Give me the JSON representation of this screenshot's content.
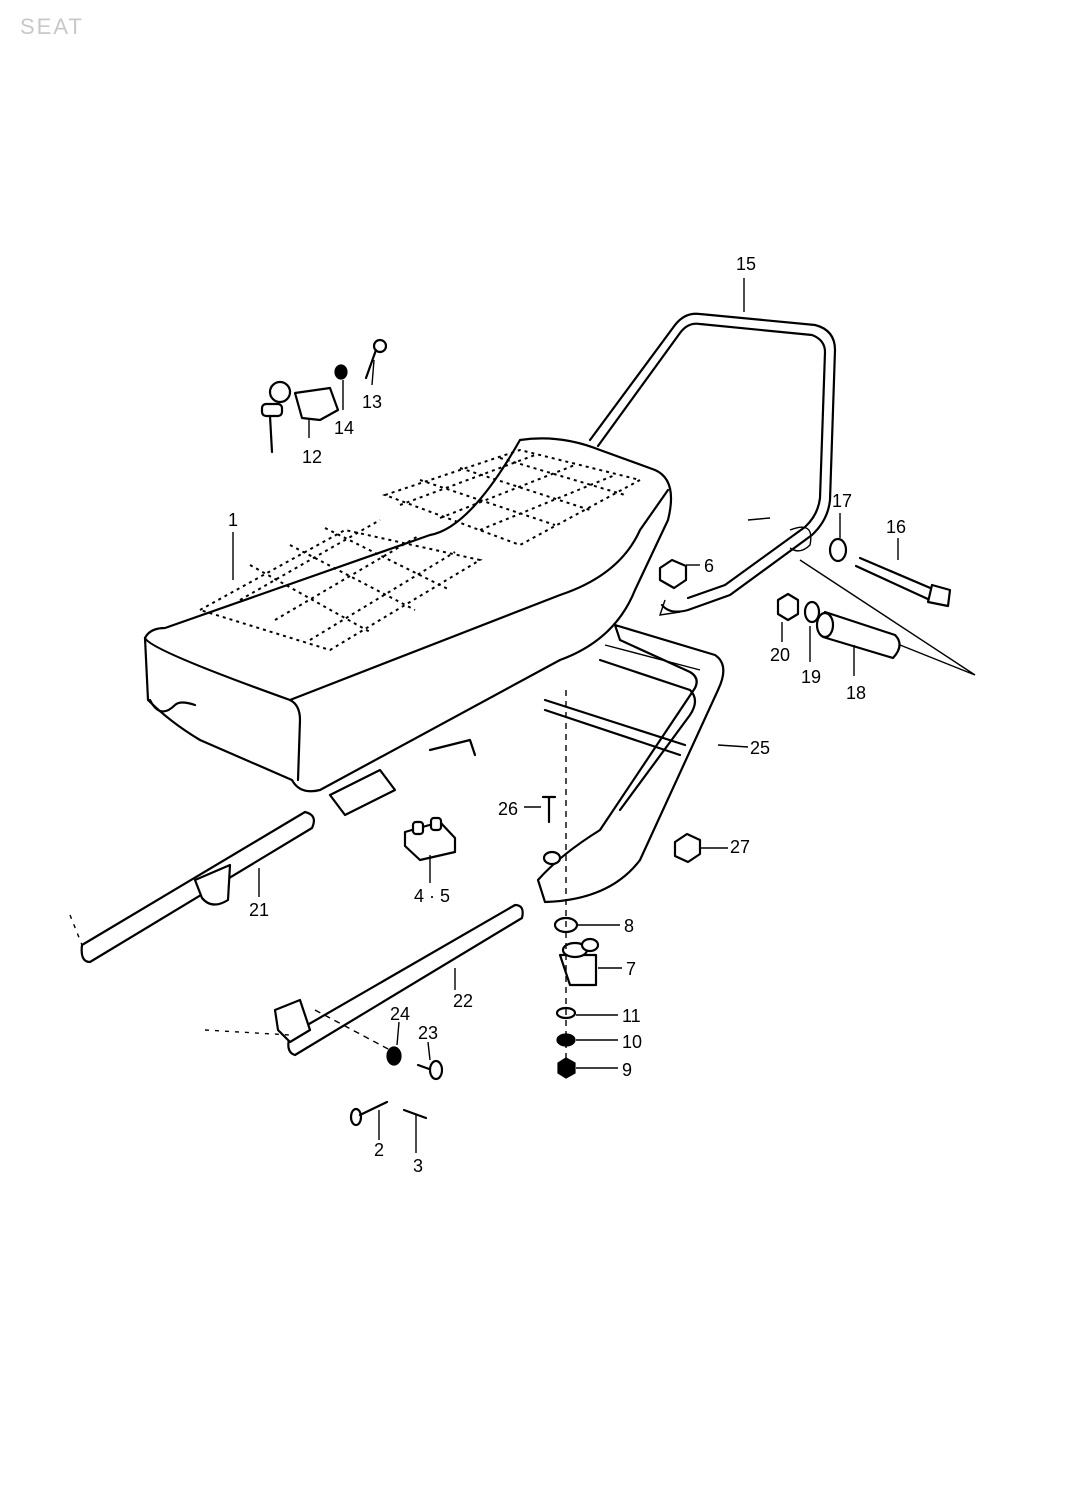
{
  "header": {
    "title": "SEAT"
  },
  "callouts": [
    {
      "id": "1",
      "label": "1"
    },
    {
      "id": "2",
      "label": "2"
    },
    {
      "id": "3",
      "label": "3"
    },
    {
      "id": "4-5",
      "label": "4 · 5"
    },
    {
      "id": "6",
      "label": "6"
    },
    {
      "id": "7",
      "label": "7"
    },
    {
      "id": "8",
      "label": "8"
    },
    {
      "id": "9",
      "label": "9"
    },
    {
      "id": "10",
      "label": "10"
    },
    {
      "id": "11",
      "label": "11"
    },
    {
      "id": "12",
      "label": "12"
    },
    {
      "id": "13",
      "label": "13"
    },
    {
      "id": "14",
      "label": "14"
    },
    {
      "id": "15",
      "label": "15"
    },
    {
      "id": "16",
      "label": "16"
    },
    {
      "id": "17",
      "label": "17"
    },
    {
      "id": "18",
      "label": "18"
    },
    {
      "id": "19",
      "label": "19"
    },
    {
      "id": "20",
      "label": "20"
    },
    {
      "id": "21",
      "label": "21"
    },
    {
      "id": "22",
      "label": "22"
    },
    {
      "id": "23",
      "label": "23"
    },
    {
      "id": "24",
      "label": "24"
    },
    {
      "id": "25",
      "label": "25"
    },
    {
      "id": "26",
      "label": "26"
    },
    {
      "id": "27",
      "label": "27"
    }
  ]
}
